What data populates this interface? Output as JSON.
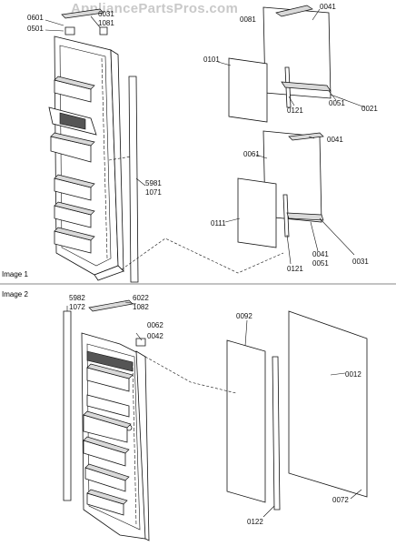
{
  "watermark": "AppliancePartsPros.com",
  "sections": [
    {
      "label": "Image 1"
    },
    {
      "label": "Image 2"
    }
  ],
  "callouts": [
    {
      "id": "c0601",
      "text": "0601"
    },
    {
      "id": "c0501",
      "text": "0501"
    },
    {
      "id": "c6031",
      "text": "6031"
    },
    {
      "id": "c1081",
      "text": "1081"
    },
    {
      "id": "c0081",
      "text": "0081"
    },
    {
      "id": "c0041a",
      "text": "0041"
    },
    {
      "id": "c0101",
      "text": "0101"
    },
    {
      "id": "c0121a",
      "text": "0121"
    },
    {
      "id": "c0051a",
      "text": "0051"
    },
    {
      "id": "c0021",
      "text": "0021"
    },
    {
      "id": "c5981",
      "text": "5981"
    },
    {
      "id": "c1071",
      "text": "1071"
    },
    {
      "id": "c0061",
      "text": "0061"
    },
    {
      "id": "c0041b",
      "text": "0041"
    },
    {
      "id": "c0111",
      "text": "0111"
    },
    {
      "id": "c0121b",
      "text": "0121"
    },
    {
      "id": "c0041c",
      "text": "0041"
    },
    {
      "id": "c0051b",
      "text": "0051"
    },
    {
      "id": "c0031",
      "text": "0031"
    },
    {
      "id": "c5982",
      "text": "5982"
    },
    {
      "id": "c1072",
      "text": "1072"
    },
    {
      "id": "c6022",
      "text": "6022"
    },
    {
      "id": "c1082",
      "text": "1082"
    },
    {
      "id": "c0062",
      "text": "0062"
    },
    {
      "id": "c0042",
      "text": "0042"
    },
    {
      "id": "c0092",
      "text": "0092"
    },
    {
      "id": "c0012",
      "text": "0012"
    },
    {
      "id": "c0122",
      "text": "0122"
    },
    {
      "id": "c0072",
      "text": "0072"
    }
  ]
}
